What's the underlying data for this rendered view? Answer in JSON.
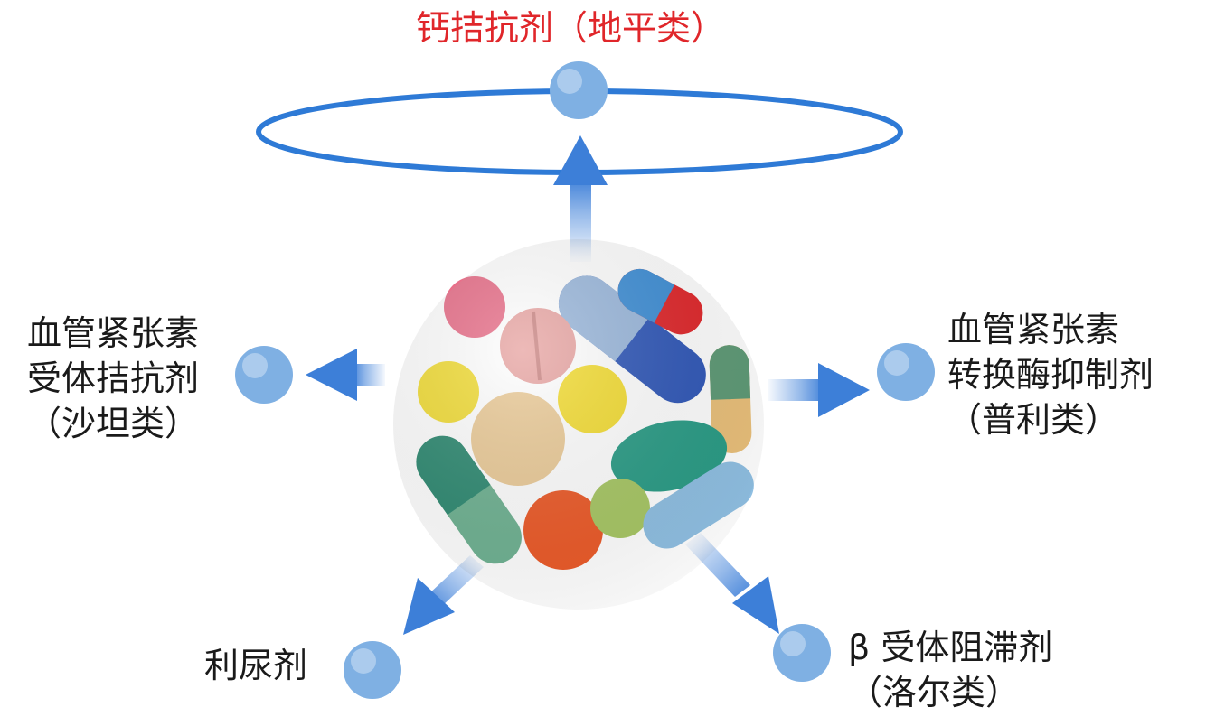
{
  "center": {
    "name": "pills-cluster"
  },
  "nodes": {
    "top": {
      "label": "钙拮抗剂（地平类）",
      "color": "#e0262a"
    },
    "left": {
      "lines": [
        "血管紧张素",
        "受体拮抗剂",
        "（沙坦类）"
      ]
    },
    "right": {
      "lines": [
        "血管紧张素",
        "转换酶抑制剂",
        "（普利类）"
      ]
    },
    "bottom_left": {
      "label": "利尿剂"
    },
    "bottom_right": {
      "lines": [
        "β 受体阻滞剂",
        "（洛尔类）"
      ]
    }
  },
  "colors": {
    "ring": "#2e7ad6",
    "node": "#6fa6e0",
    "arrow": "#3d7fd8",
    "label": "#1a1a1a"
  }
}
